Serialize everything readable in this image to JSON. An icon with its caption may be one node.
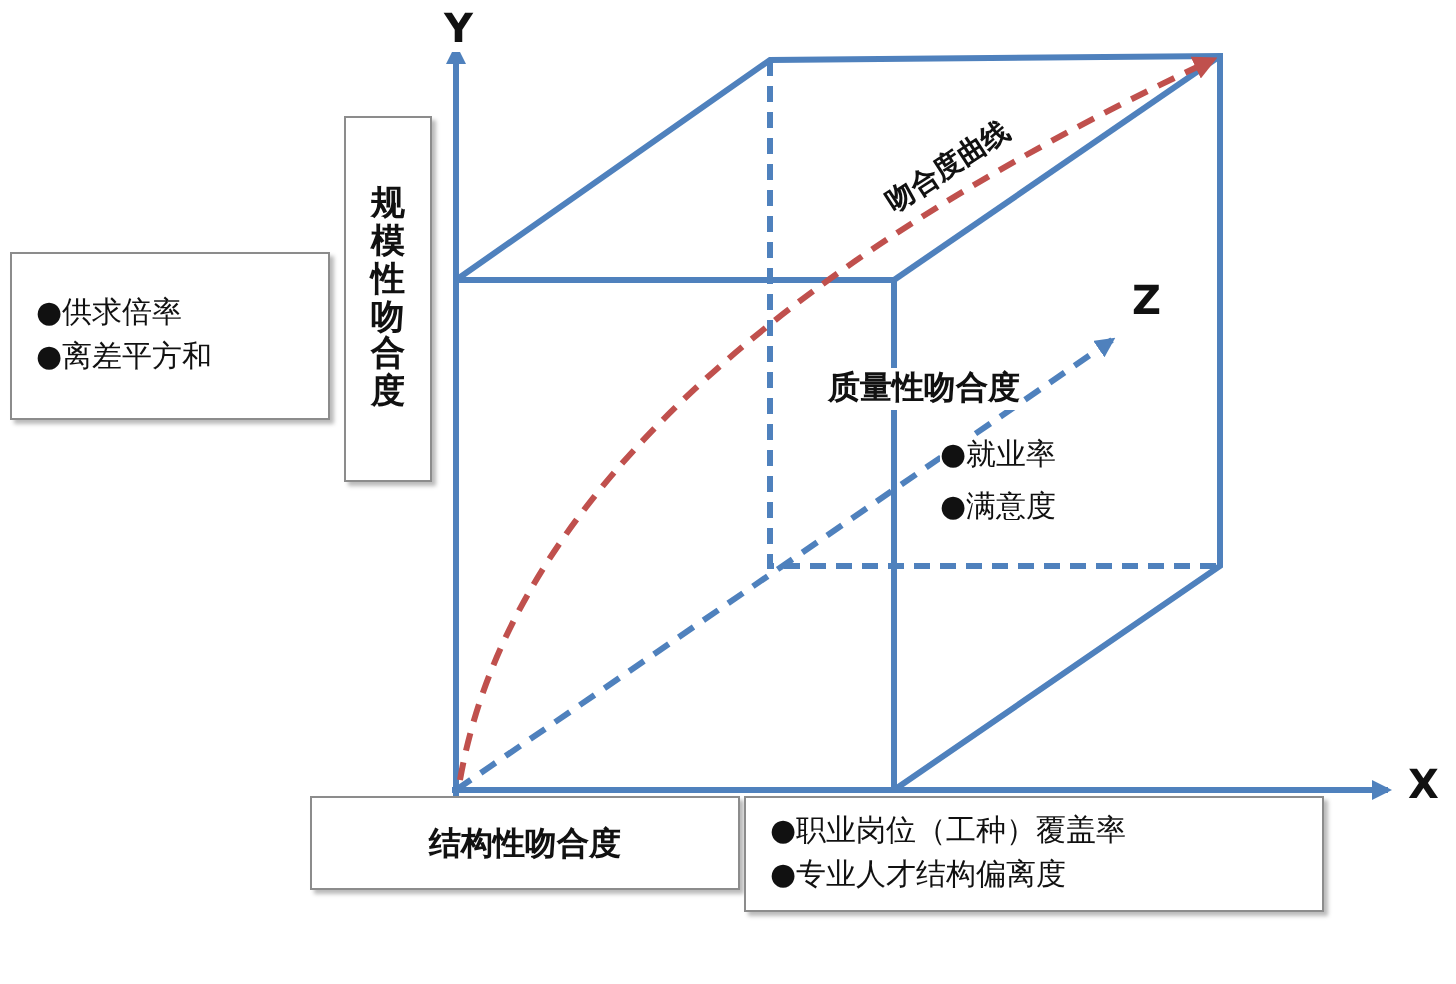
{
  "diagram": {
    "nodes": [
      {
        "text": [
          "规模性吻合度"
        ]
      },
      {
        "text": [
          "●供求倍率",
          "●离差平方和"
        ]
      },
      {
        "text": [
          "结构性吻合度"
        ]
      },
      {
        "text": [
          "●职业岗位（工种）覆盖率",
          "●专业人才结构偏离度"
        ]
      }
    ],
    "labels": [
      "Y",
      "吻合度曲线",
      "Z",
      "质量性吻合度",
      "●就业率",
      "●满意度",
      "X"
    ]
  }
}
